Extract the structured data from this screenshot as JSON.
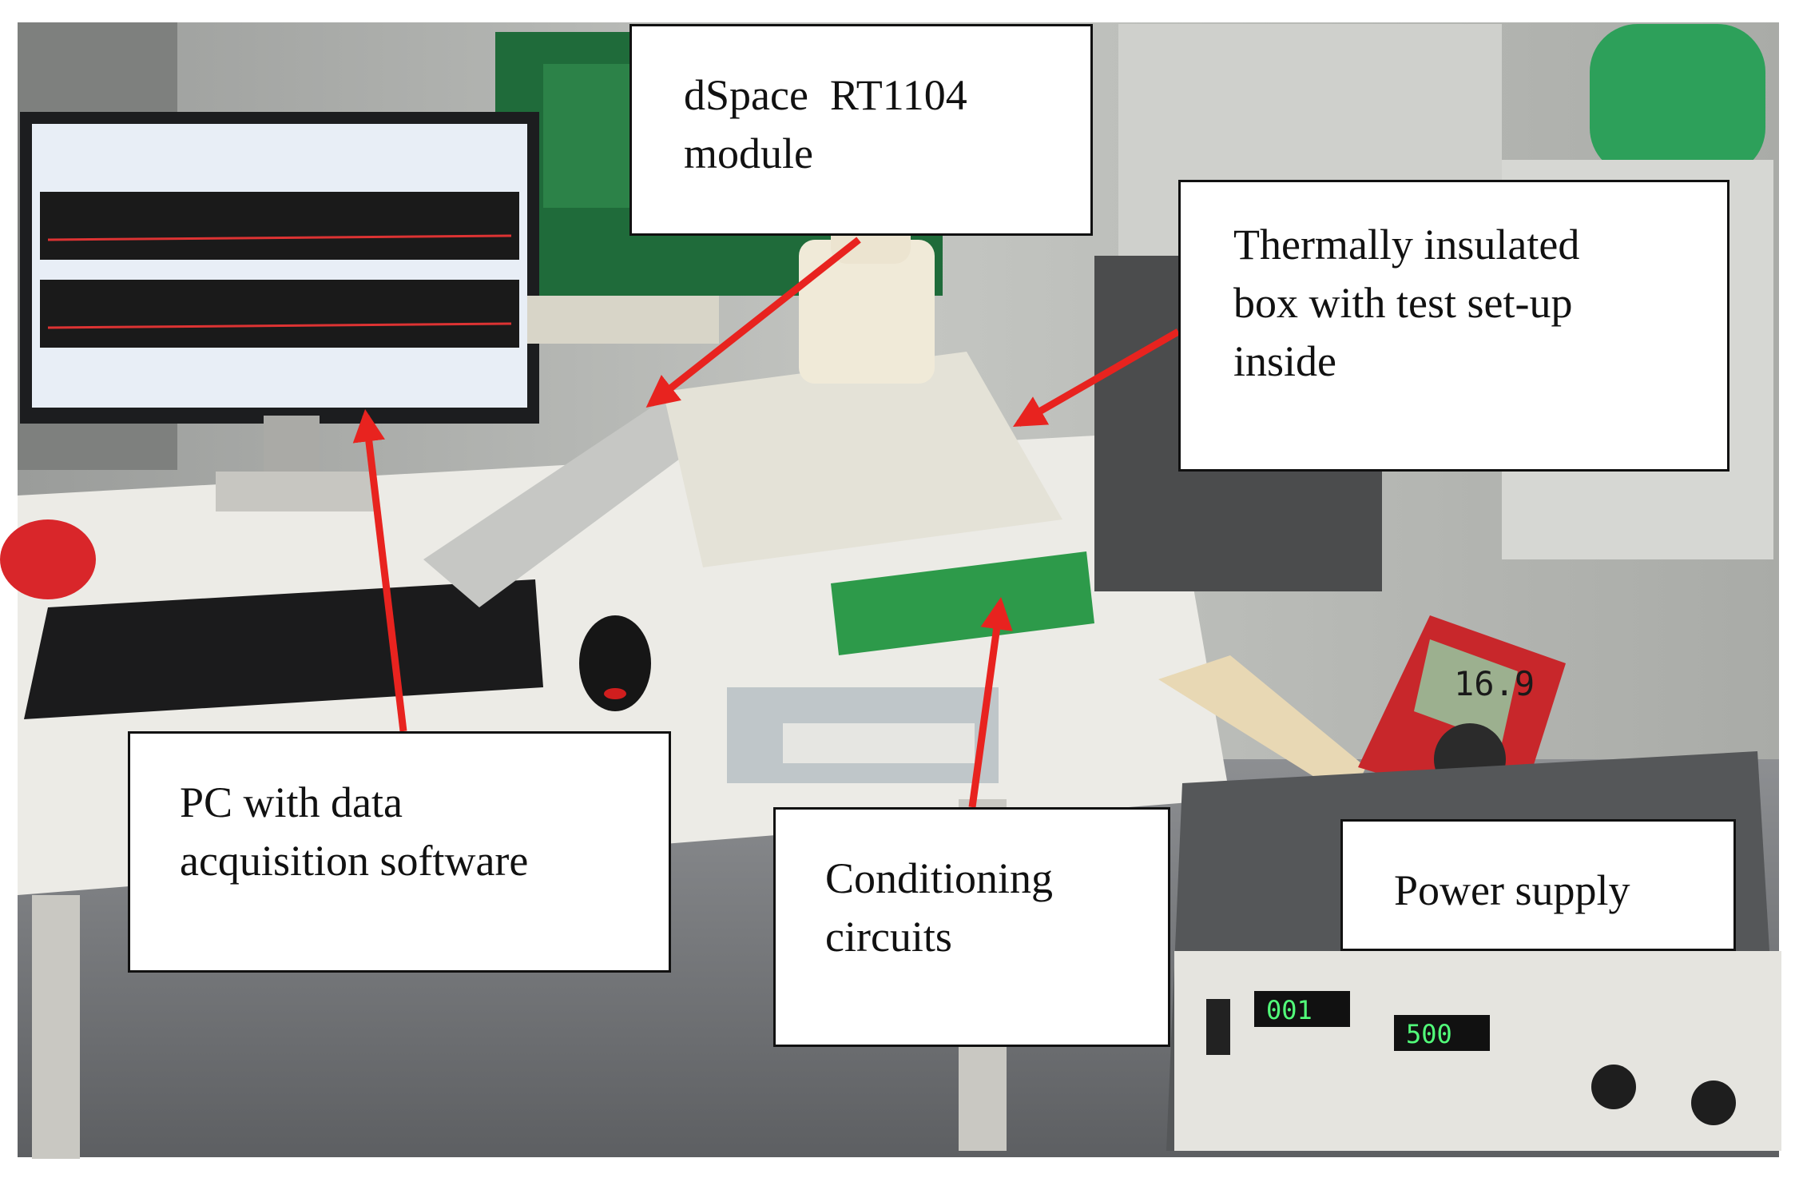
{
  "callouts": {
    "dspace": {
      "lines": [
        "dSpace  RT1104",
        "module"
      ]
    },
    "box": {
      "lines": [
        "Thermally insulated",
        "box with test set-up",
        "inside"
      ]
    },
    "pc": {
      "lines": [
        "PC with data",
        "acquisition software"
      ]
    },
    "conditioning": {
      "lines": [
        "Conditioning",
        "circuits"
      ]
    },
    "power": {
      "lines": [
        "Power supply"
      ]
    }
  },
  "readouts": {
    "multimeter": "16.9",
    "psu_voltage": "001",
    "psu_current": "500"
  },
  "colors": {
    "arrow": "#e8231f",
    "floor": "#6f7174",
    "desk": "#ecebe6",
    "green_machine": "#1f6b3a",
    "multimeter_body": "#c8272b"
  }
}
